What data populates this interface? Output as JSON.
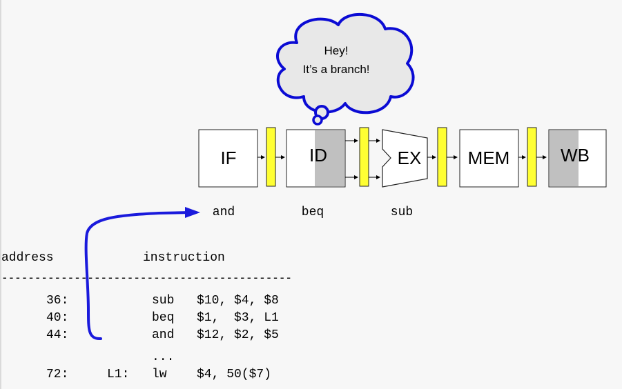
{
  "callout": {
    "line1": "Hey!",
    "line2": "It’s a branch!"
  },
  "pipeline": {
    "stages": [
      "IF",
      "ID",
      "EX",
      "MEM",
      "WB"
    ],
    "in_flight": [
      "and",
      "beq",
      "sub"
    ],
    "colors": {
      "latch": "#ffff33",
      "shade": "#c0c0c0",
      "arrow": "#1a1adc"
    }
  },
  "listing": {
    "header_address": "address",
    "header_instruction": "instruction",
    "divider": "--------------------------------------------",
    "rows": [
      {
        "address": "36:",
        "label": "",
        "op": "sub",
        "args": "$10, $4, $8"
      },
      {
        "address": "40:",
        "label": "",
        "op": "beq",
        "args": "$1,  $3, L1"
      },
      {
        "address": "44:",
        "label": "",
        "op": "and",
        "args": "$12, $2, $5"
      },
      {
        "address": "",
        "label": "",
        "op": "...",
        "args": ""
      },
      {
        "address": "72:",
        "label": "L1:",
        "op": "lw",
        "args": "$4, 50($7)"
      }
    ]
  }
}
